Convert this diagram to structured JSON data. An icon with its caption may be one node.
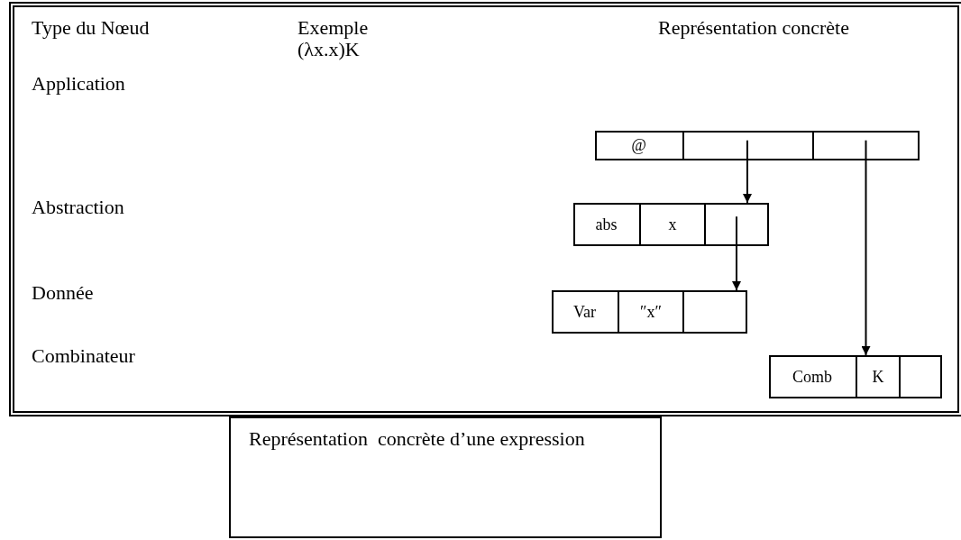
{
  "diagram": {
    "caption": "Représentation  concrète d’une expression",
    "nodes": [
      {
        "text": [],
        "shape": "box"
      },
      {
        "text": [
          "@"
        ],
        "in": 0
      },
      {
        "text": [],
        "shape": "box",
        "in": 0
      },
      {
        "text": [],
        "shape": "box",
        "in": 0
      },
      {
        "text": [],
        "shape": "box"
      },
      {
        "text": [
          "abs"
        ],
        "in": 4
      },
      {
        "text": [
          "x"
        ],
        "in": 4
      },
      {
        "text": [],
        "shape": "box",
        "in": 4
      },
      {
        "text": [],
        "shape": "box"
      },
      {
        "text": [
          "Var"
        ],
        "in": 8
      },
      {
        "text": [
          "″x″"
        ],
        "in": 8
      },
      {
        "text": [],
        "shape": "box",
        "in": 8
      },
      {
        "text": [],
        "shape": "box"
      },
      {
        "text": [
          "Comb"
        ],
        "in": 12
      },
      {
        "text": [
          "K"
        ],
        "in": 12
      },
      {
        "text": [],
        "shape": "box",
        "in": 12
      }
    ],
    "edges": [
      {
        "from": 2,
        "to": 4,
        "arrow": "to"
      },
      {
        "from": 7,
        "to": 8,
        "arrow": "to"
      },
      {
        "from": 3,
        "to": 12,
        "arrow": "to"
      }
    ],
    "labels": [
      "Type du Nœud",
      "Exemple",
      "Représentation concrète",
      "(λx.x)K",
      "Application",
      "Abstraction",
      "Donnée",
      "Combinateur"
    ]
  }
}
